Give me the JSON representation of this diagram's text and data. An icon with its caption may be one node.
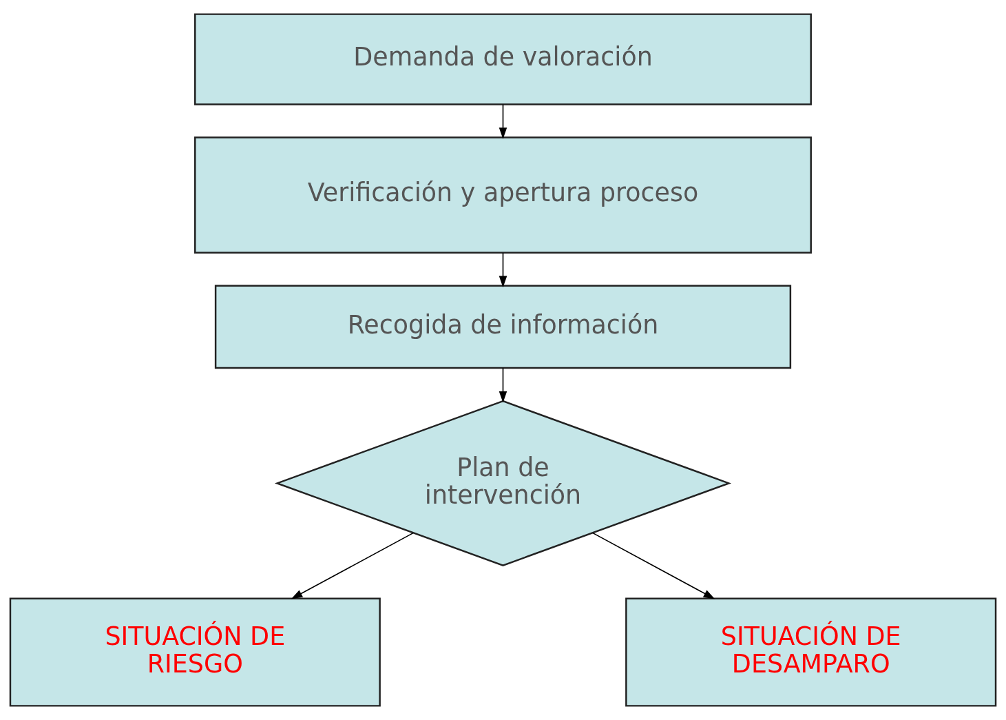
{
  "diagram": {
    "nodes": [
      {
        "text": [
          "Demanda de valoración"
        ]
      },
      {
        "text": [
          "Verificación y apertura proceso"
        ]
      },
      {
        "text": [
          "Recogida de información"
        ]
      },
      {
        "text": [
          "Plan de intervención"
        ]
      },
      {
        "text": [
          "SITUACIÓN DE RIESGO"
        ]
      },
      {
        "text": [
          "SITUACIÓN DE DESAMPARO"
        ]
      }
    ],
    "edges": [
      {
        "from": 0,
        "to": 1,
        "arrow": "to"
      },
      {
        "from": 1,
        "to": 2,
        "arrow": "to"
      },
      {
        "from": 2,
        "to": 3,
        "arrow": "to"
      },
      {
        "from": 3,
        "to": 4,
        "arrow": "to"
      },
      {
        "from": 3,
        "to": 5,
        "arrow": "to"
      }
    ]
  }
}
